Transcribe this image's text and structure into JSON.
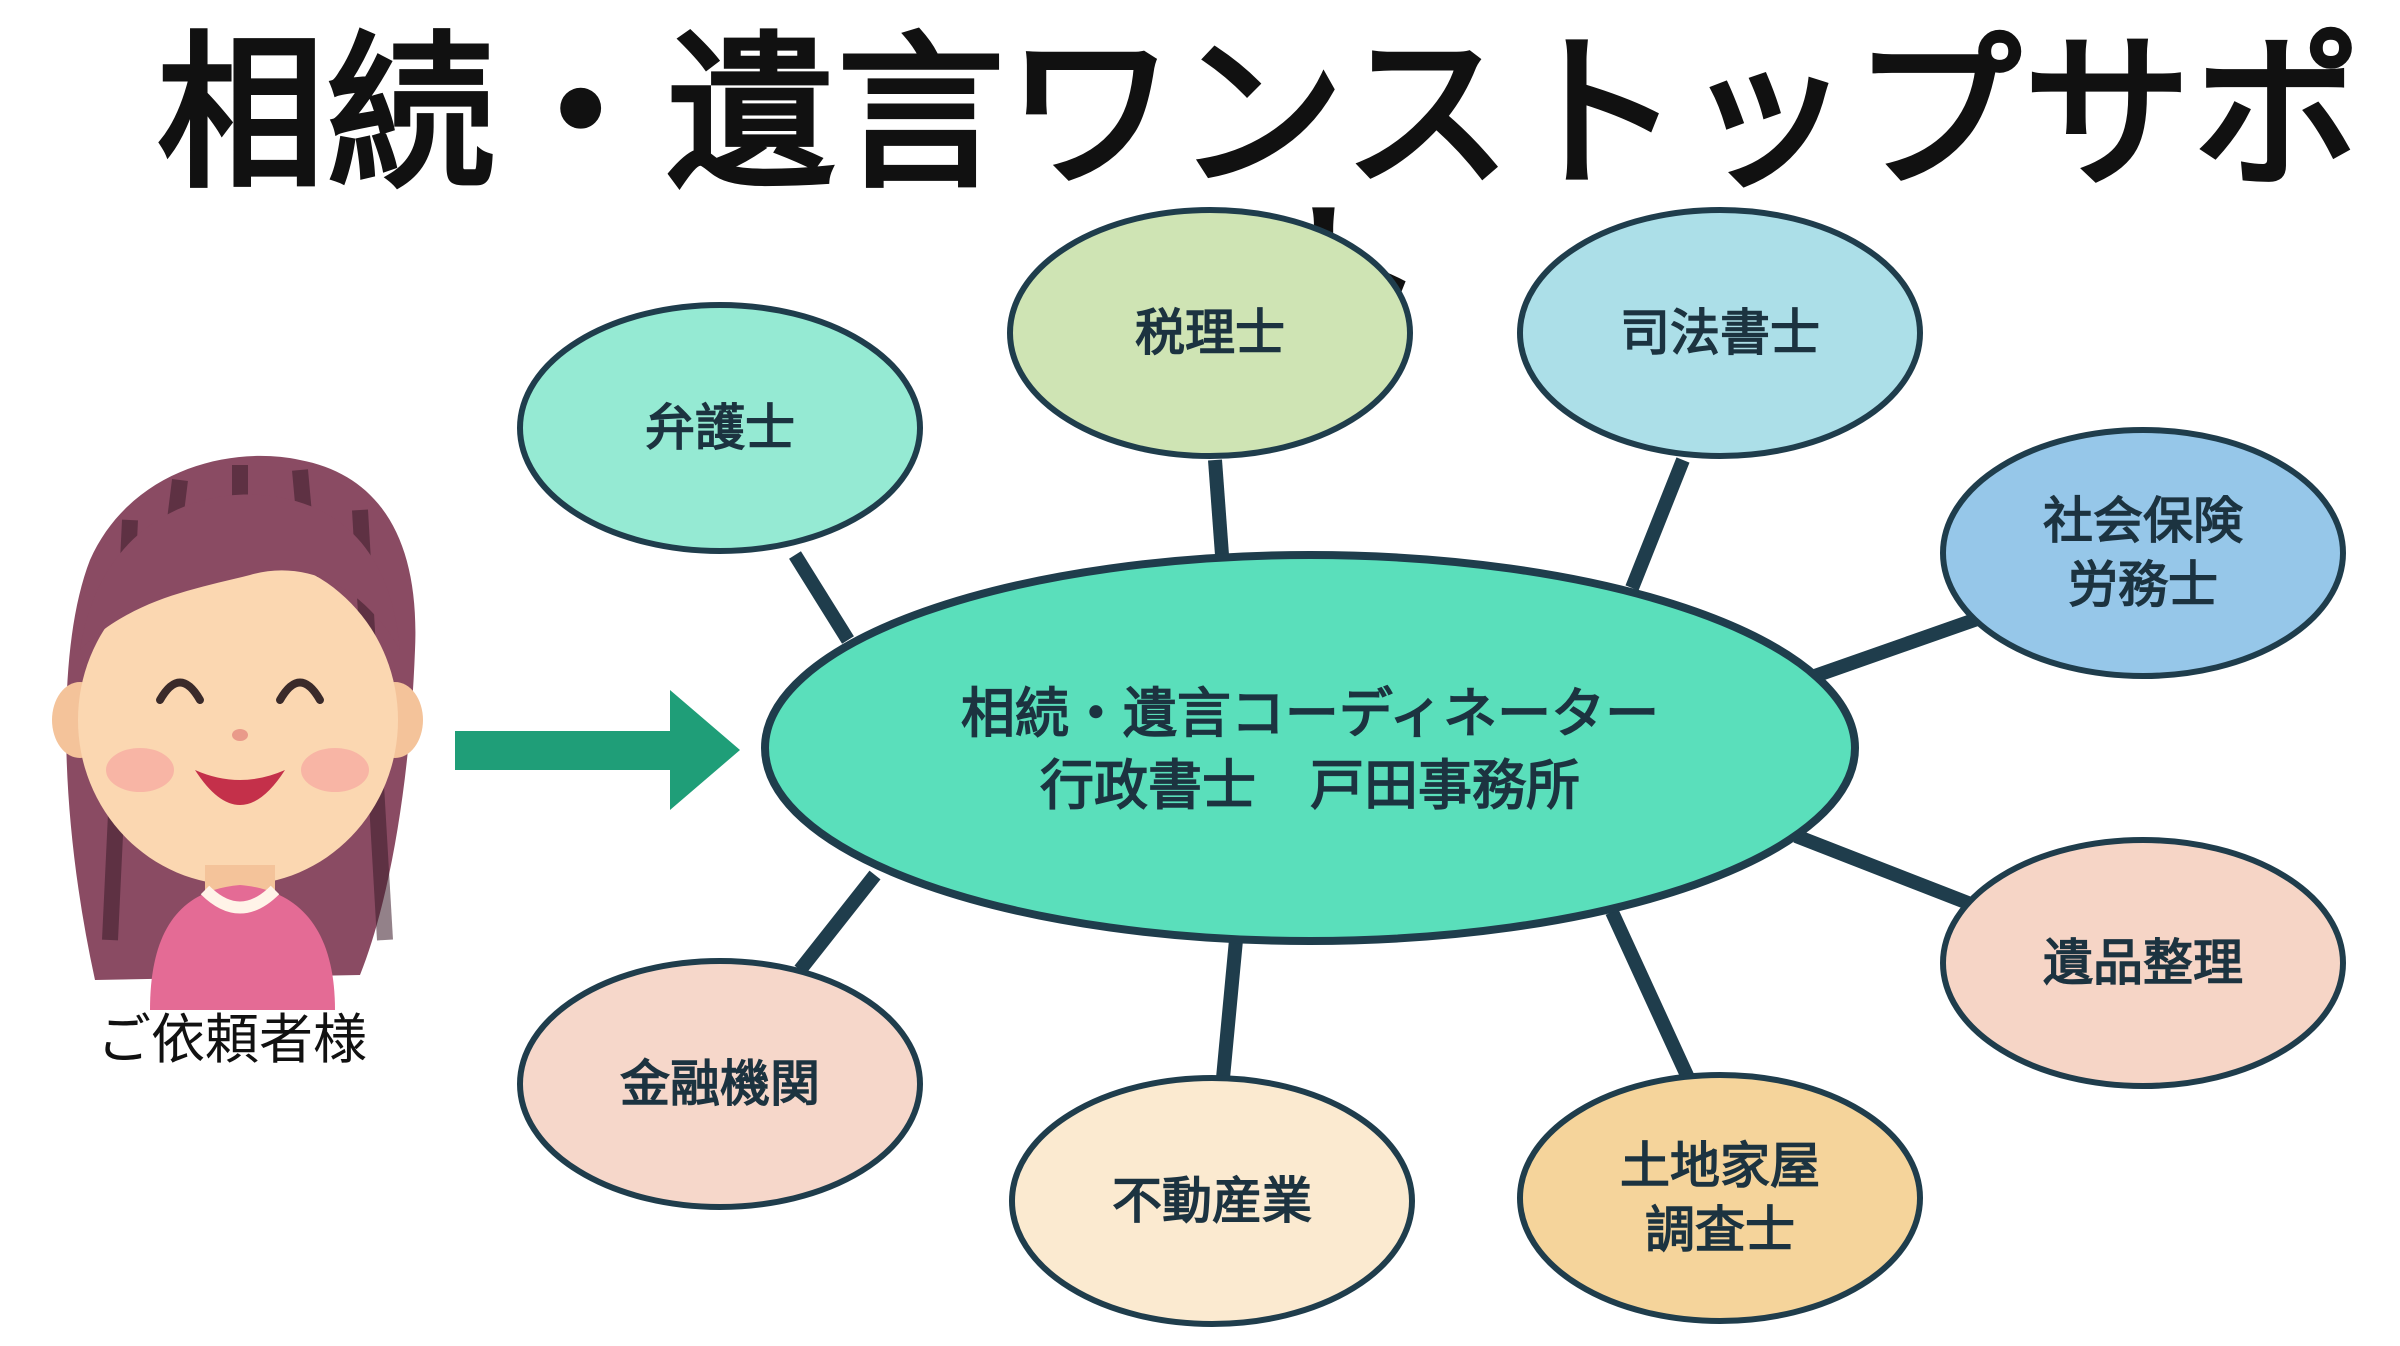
{
  "title": "相続・遺言ワンストップサポート",
  "center": {
    "lines": [
      "相続・遺言コーディネーター",
      "行政書士　戸田事務所"
    ],
    "fill": "#5adfbb",
    "stroke": "#1f3d4c"
  },
  "client": {
    "label": "ご依頼者様",
    "arrow_color": "#1f9e78"
  },
  "partners": [
    {
      "id": "bengoshi",
      "lines": [
        "弁護士"
      ],
      "fill": "#95ead3"
    },
    {
      "id": "zeirishi",
      "lines": [
        "税理士"
      ],
      "fill": "#cfe4b4"
    },
    {
      "id": "shihoshoshi",
      "lines": [
        "司法書士"
      ],
      "fill": "#acdfe8"
    },
    {
      "id": "sharoushi",
      "lines": [
        "社会保険",
        "労務士"
      ],
      "fill": "#96c7e9"
    },
    {
      "id": "ihinseiri",
      "lines": [
        "遺品整理"
      ],
      "fill": "#f6d5c6"
    },
    {
      "id": "tochikaoku",
      "lines": [
        "土地家屋",
        "調査士"
      ],
      "fill": "#f5d49b"
    },
    {
      "id": "fudosan",
      "lines": [
        "不動産業"
      ],
      "fill": "#fbead0"
    },
    {
      "id": "kinyu",
      "lines": [
        "金融機関"
      ],
      "fill": "#f6d7ca"
    }
  ],
  "colors": {
    "node_stroke": "#1f3d4c",
    "connector": "#1f3d4c"
  }
}
